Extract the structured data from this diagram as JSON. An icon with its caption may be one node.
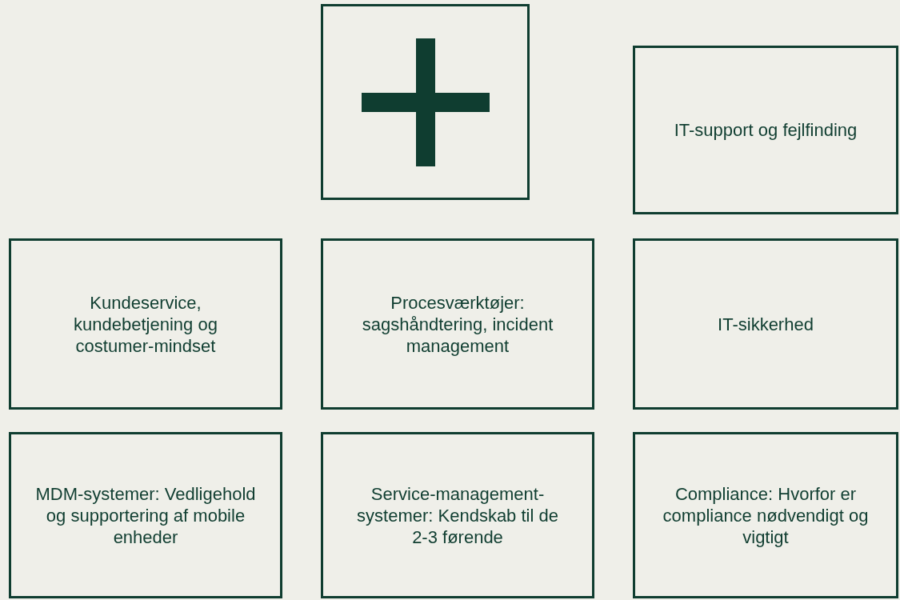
{
  "diagram": {
    "nodes": [
      {
        "text": [],
        "shape": "box"
      },
      {
        "text": [
          "IT-support og fejlfinding"
        ]
      },
      {
        "text": [
          "Kundeservice, kundebetjening og costumer-mindset"
        ]
      },
      {
        "text": [
          "Procesværktøjer: sagshåndtering, incident management"
        ]
      },
      {
        "text": [
          "IT-sikkerhed"
        ]
      },
      {
        "text": [
          "MDM-systemer: Vedligehold og supportering af mobile enheder"
        ]
      },
      {
        "text": [
          "Service-management-systemer: Kendskab til de 2-3 førende"
        ]
      },
      {
        "text": [
          "Compliance: Hvorfor er compliance nødvendigt og vigtigt"
        ]
      }
    ]
  }
}
